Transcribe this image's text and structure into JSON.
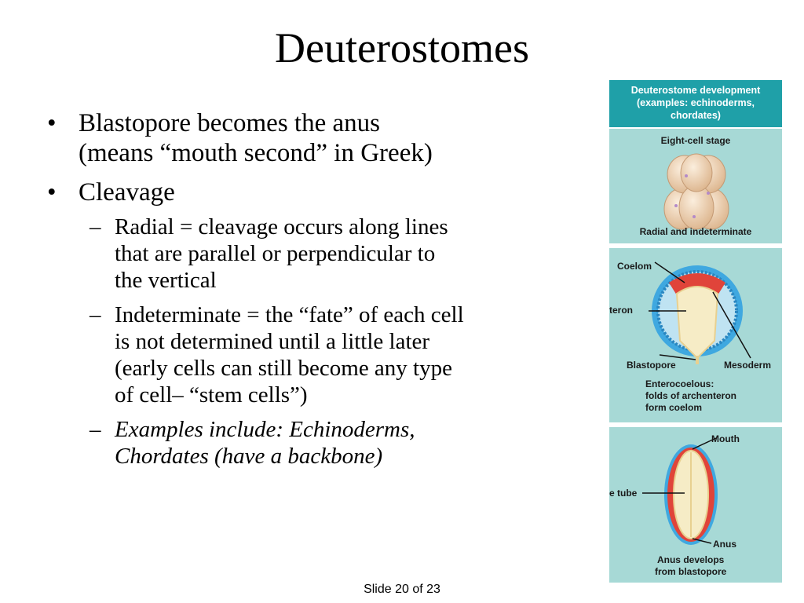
{
  "slide": {
    "title": "Deuterostomes",
    "footer": "Slide 20 of 23"
  },
  "bullets": [
    {
      "text": "Blastopore becomes the anus"
    },
    {
      "text": "(means “mouth second” in Greek)"
    },
    {
      "text": "Cleavage"
    }
  ],
  "subs": [
    {
      "lines": [
        "Radial = cleavage occurs along lines",
        "that are parallel or perpendicular to",
        "the vertical"
      ]
    },
    {
      "lines": [
        "Indeterminate = the “fate” of each cell",
        "is not determined until a little later",
        "(early cells can still become any type",
        "of cell– “stem cells”)"
      ]
    },
    {
      "lines": [
        "Examples include:  Echinoderms,",
        "Chordates (have a backbone)"
      ]
    }
  ],
  "bullet_char": "•",
  "dash_char": "–",
  "figure": {
    "header": [
      "Deuterostome development",
      "(examples: echinoderms,",
      "chordates)"
    ],
    "panel1": {
      "top_label": "Eight-cell stage",
      "bottom_label": "Radial and indeterminate"
    },
    "panel2": {
      "coelom": "Coelom",
      "archenteron": "teron",
      "blastopore": "Blastopore",
      "mesoderm": "Mesoderm",
      "caption": [
        "Enterocoelous:",
        "folds of archenteron",
        "form coelom"
      ]
    },
    "panel3": {
      "mouth": "Mouth",
      "tube": "e tube",
      "anus": "Anus",
      "caption": [
        "Anus develops",
        "from blastopore"
      ]
    },
    "colors": {
      "header_bg": "#1fa0a8",
      "panel_bg": "#a7d9d6",
      "embryo": "#f2d8b6",
      "mesoderm": "#e0443a",
      "ectoderm": "#3fa8e0"
    }
  }
}
